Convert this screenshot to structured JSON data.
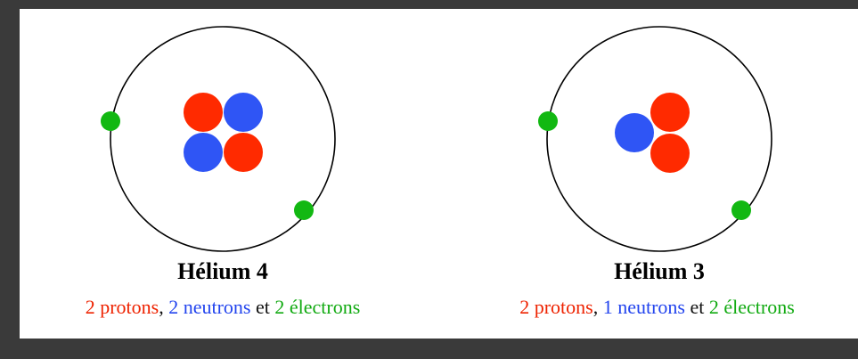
{
  "colors": {
    "proton": "#ff2a00",
    "neutron": "#2f55f5",
    "electron": "#12b812",
    "orbit": "#000000",
    "background": "#3a3a3a",
    "panel": "#ffffff"
  },
  "atoms": [
    {
      "title": "Hélium 4",
      "caption": {
        "protons": "2 protons",
        "sep1": ", ",
        "neutrons": "2 neutrons",
        "sep2": " et ",
        "electrons": "2 électrons"
      }
    },
    {
      "title": "Hélium 3",
      "caption": {
        "protons": "2 protons",
        "sep1": ", ",
        "neutrons": "1 neutrons",
        "sep2": " et ",
        "electrons": "2 électrons"
      }
    }
  ]
}
